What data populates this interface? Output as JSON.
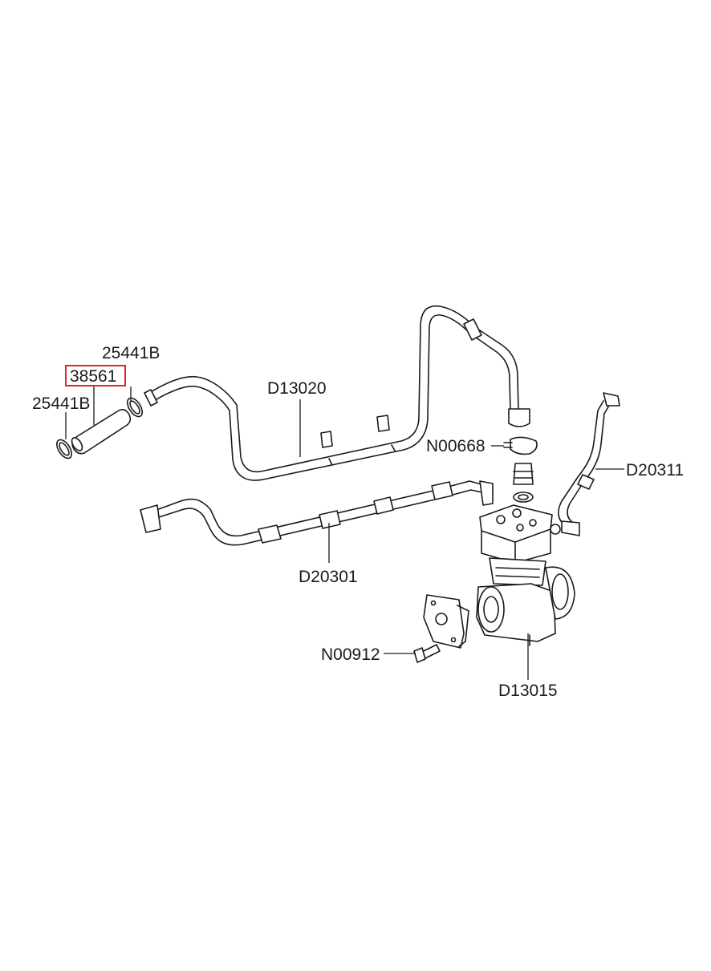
{
  "labels": {
    "l_25441B_top": "25441B",
    "l_38561": "38561",
    "l_25441B_left": "25441B",
    "l_D13020": "D13020",
    "l_N00668": "N00668",
    "l_D20311": "D20311",
    "l_D20301": "D20301",
    "l_N00912": "N00912",
    "l_D13015": "D13015"
  },
  "highlight": {
    "part": "38561",
    "color": "#e0242c"
  },
  "colors": {
    "line": "#1a1a1a",
    "background": "#ffffff"
  }
}
